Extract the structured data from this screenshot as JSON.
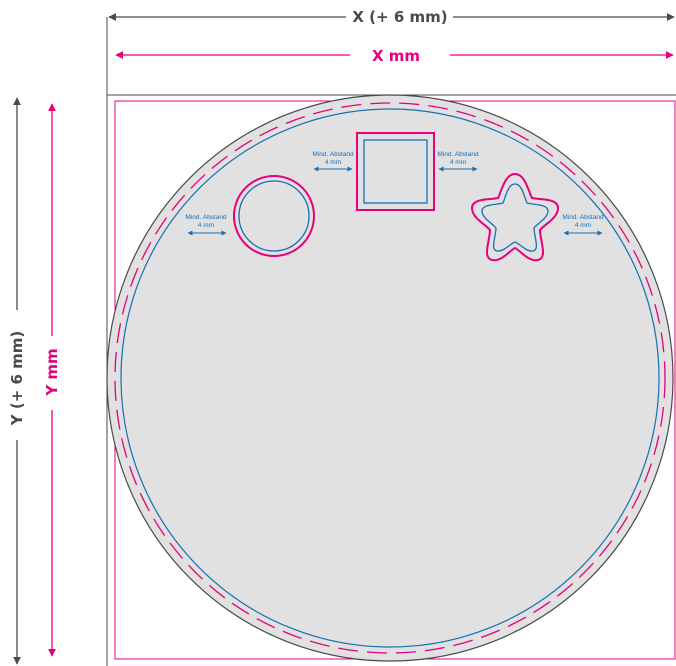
{
  "colors": {
    "outer_lines": "#4a4a4a",
    "magenta": "#e5007d",
    "blue": "#1a6fb4",
    "shape_fill": "#e1e1e1",
    "background": "#ffffff"
  },
  "dimensions": {
    "width_with_bleed": "X (+ 6 mm)",
    "width_final": "X mm",
    "height_with_bleed": "Y (+ 6 mm)",
    "height_final": "Y mm"
  },
  "spacing_notes": {
    "circle_hole": {
      "title": "Mind. Abstand",
      "value": "4 mm"
    },
    "square_hole": {
      "title": "Mind. Abstand",
      "value": "4 mm"
    },
    "square_hole_right": {
      "title": "Mind. Abstand",
      "value": "4 mm"
    },
    "star_hole": {
      "title": "Mind. Abstand",
      "value": "4 mm"
    }
  }
}
